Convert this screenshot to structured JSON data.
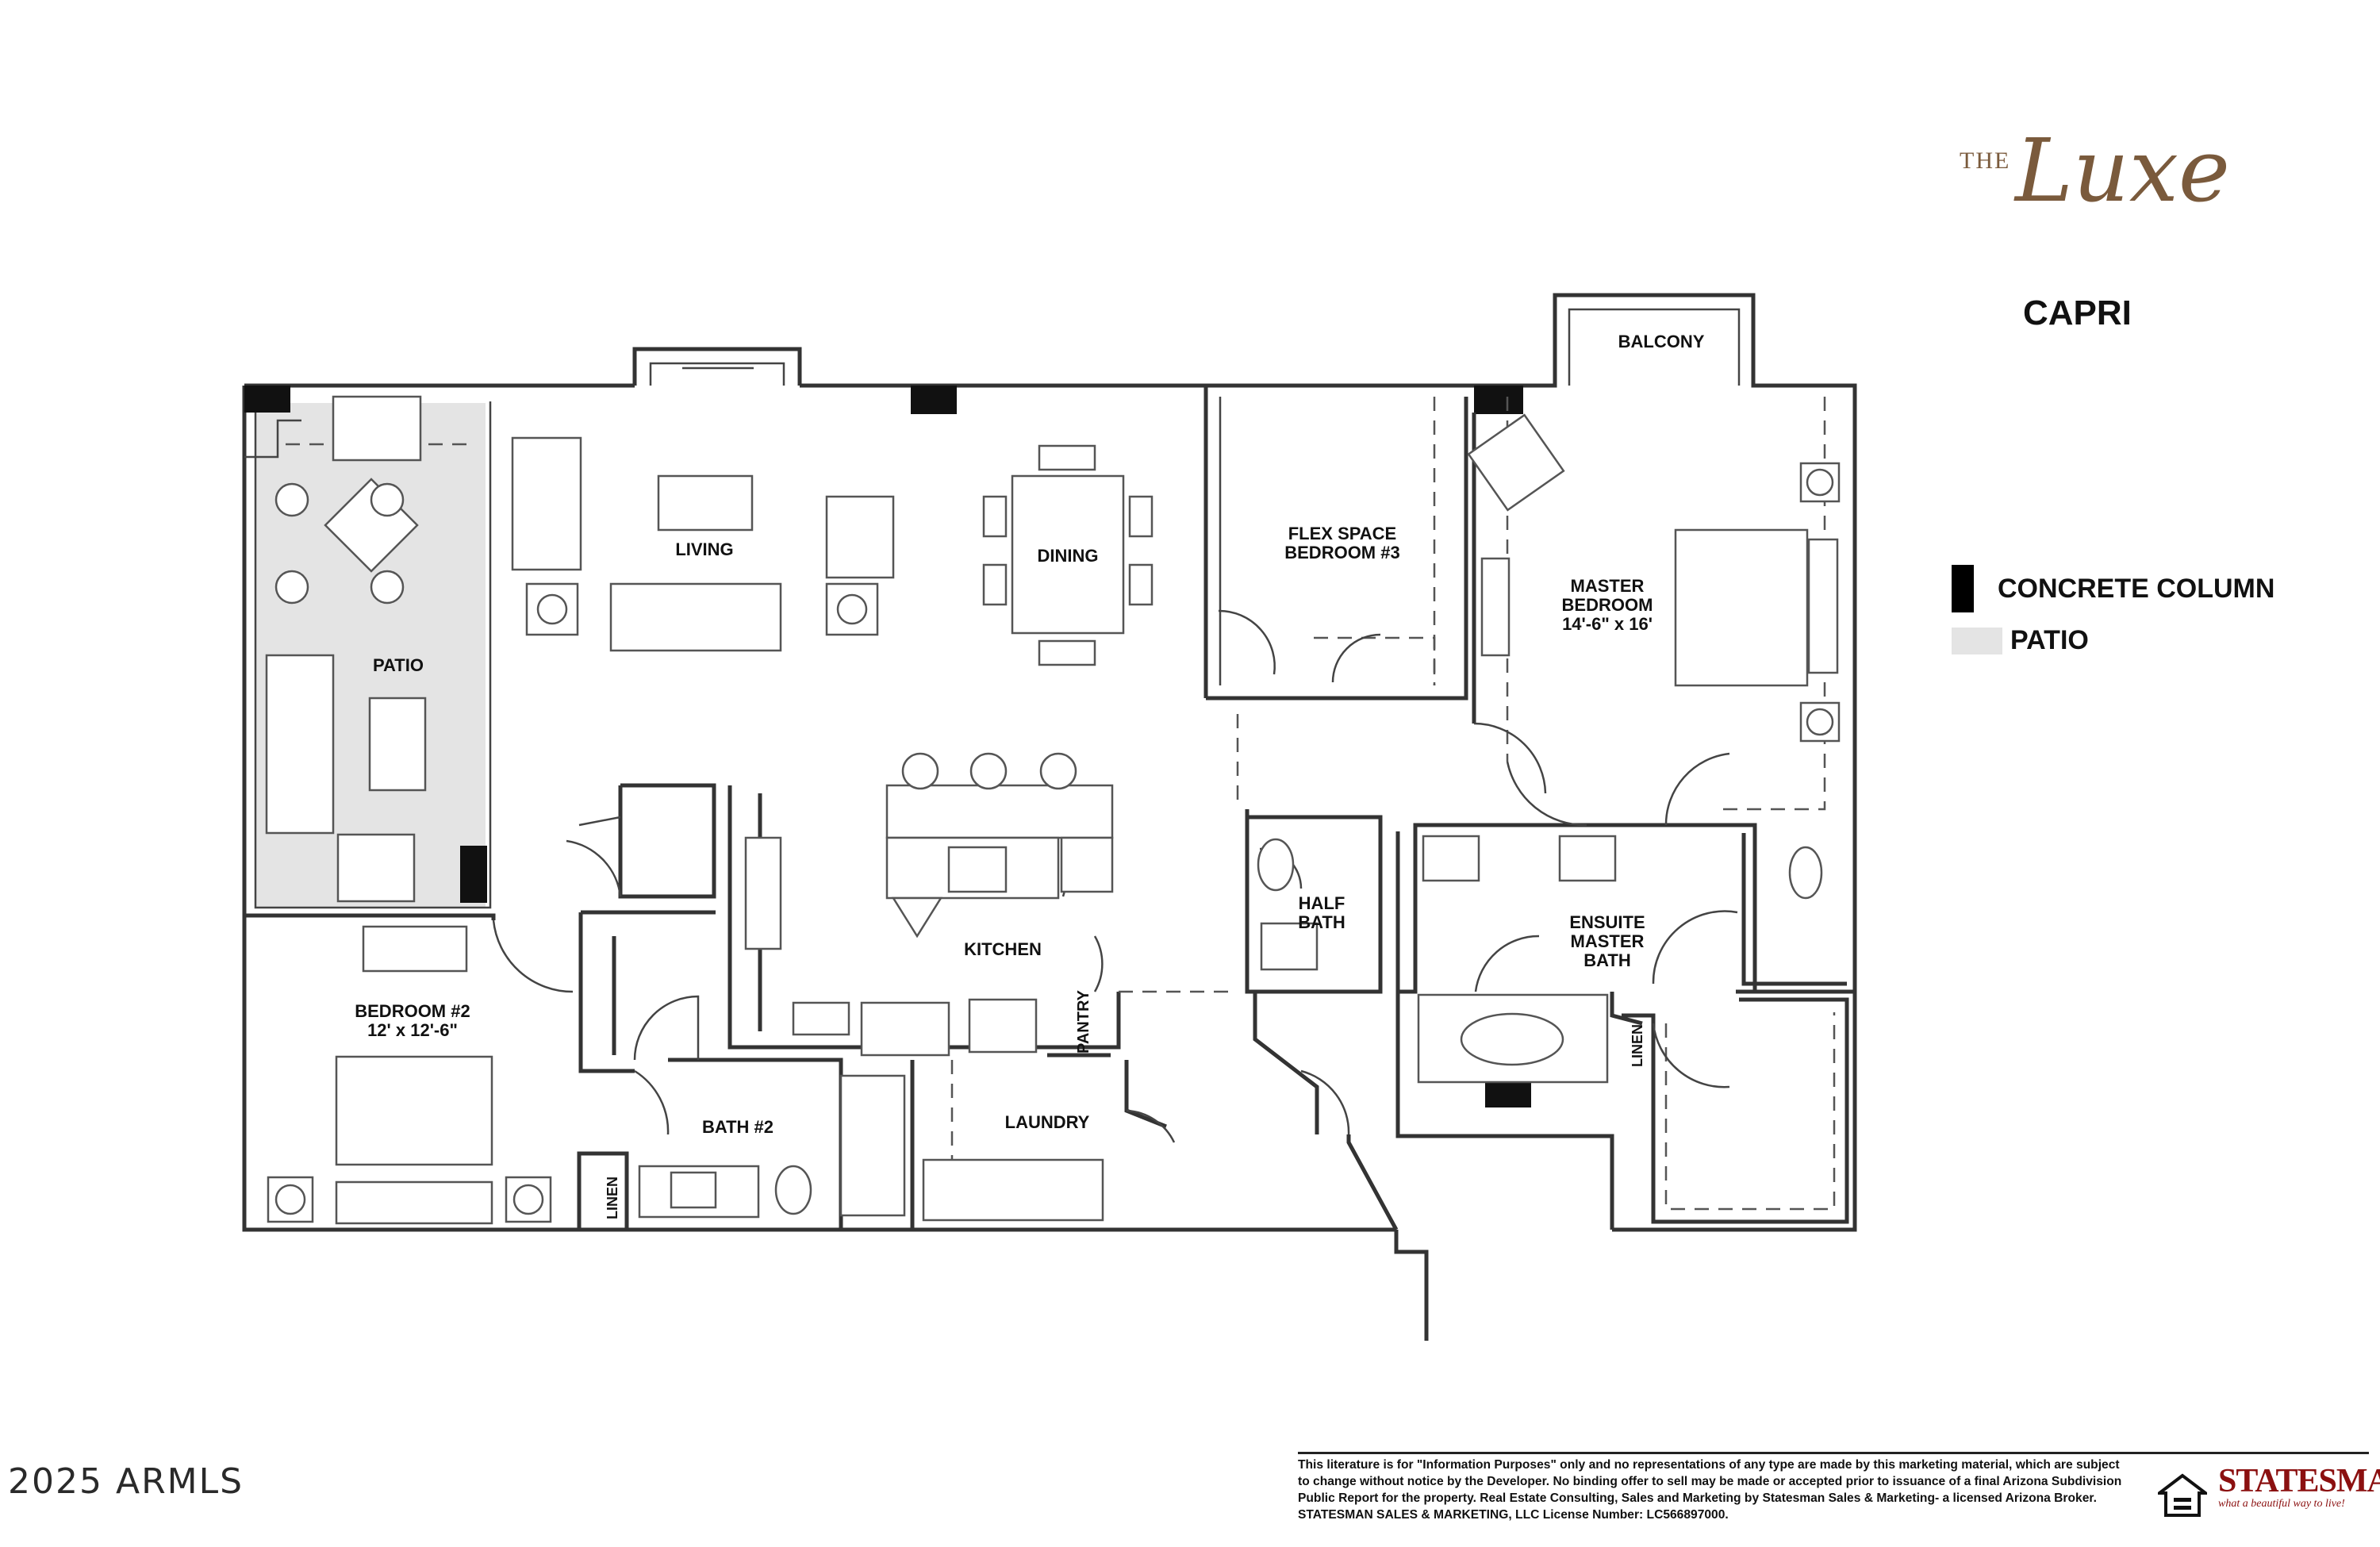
{
  "brand": {
    "prefix": "THE",
    "name": "Luxe",
    "plan_name": "CAPRI",
    "color": "#7a5a3c"
  },
  "rooms": {
    "patio": "PATIO",
    "living": "LIVING",
    "dining": "DINING",
    "flex_line1": "FLEX SPACE",
    "flex_line2": "BEDROOM #3",
    "balcony": "BALCONY",
    "master_line1": "MASTER",
    "master_line2": "BEDROOM",
    "master_dims": "14'-6\" x 16'",
    "bedroom2": "BEDROOM #2",
    "bedroom2_dims": "12' x 12'-6\"",
    "kitchen": "KITCHEN",
    "half_bath_line1": "HALF",
    "half_bath_line2": "BATH",
    "ensuite_line1": "ENSUITE",
    "ensuite_line2": "MASTER",
    "ensuite_line3": "BATH",
    "bath2": "BATH #2",
    "laundry": "LAUNDRY",
    "pantry": "PANTRY",
    "linen_left": "LINEN",
    "linen_right": "LINEN"
  },
  "legend": {
    "concrete": "CONCRETE COLUMN",
    "patio": "PATIO",
    "concrete_color": "#000000",
    "patio_color": "#e4e4e4"
  },
  "footer": {
    "copyright": "2025 ARMLS",
    "disclaimer": "This literature is for \"Information Purposes\" only and no representations of any type are made by this marketing material, which are subject to change without notice by the Developer. No binding offer to sell may be made or accepted prior to issuance of a final Arizona Subdivision Public Report for the property. Real Estate Consulting, Sales and Marketing by Statesman Sales & Marketing- a licensed Arizona Broker. STATESMAN SALES & MARKETING, LLC License Number: LC566897000.",
    "statesman": "STATESMAN",
    "statesman_tagline": "what a beautiful way to live!",
    "statesman_color": "#8b1010"
  }
}
